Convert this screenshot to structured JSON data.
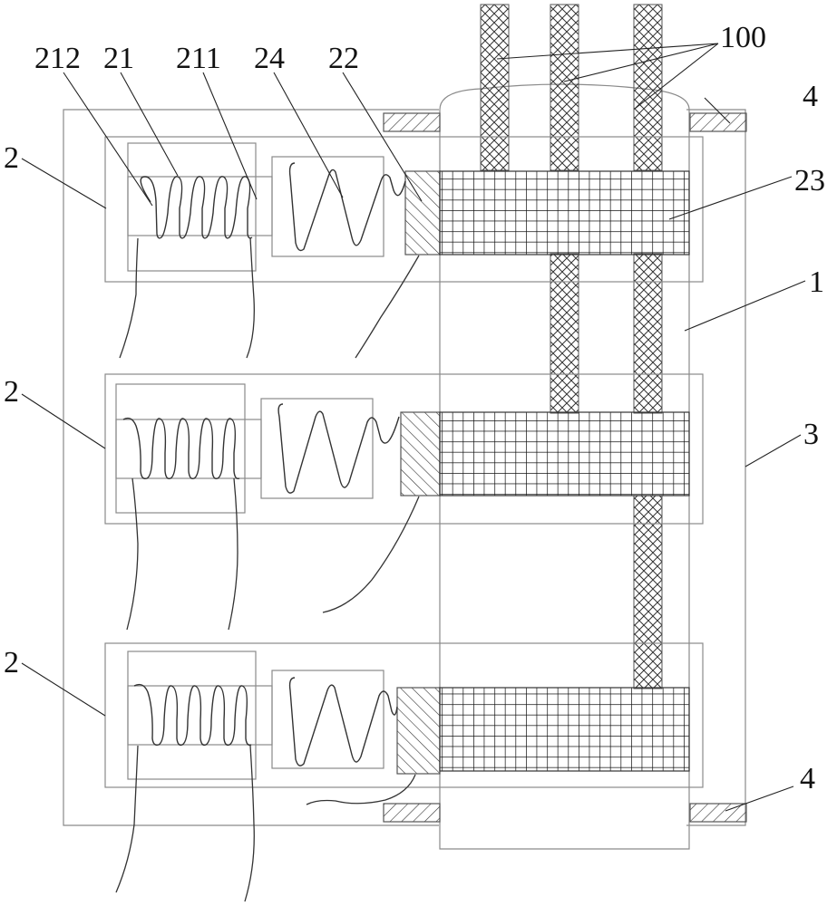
{
  "figure": {
    "type": "patent-schematic",
    "description": "Stacked electromagnetic actuator assemblies acting on conductor bars",
    "colors": {
      "line": "#8a8a8a",
      "ink": "#222222",
      "background": "#ffffff"
    }
  },
  "labels": {
    "l212": "212",
    "l21": "21",
    "l211": "211",
    "l24": "24",
    "l22": "22",
    "l100": "100",
    "l4_top": "4",
    "l23": "23",
    "l1": "1",
    "l3": "3",
    "l4_bottom": "4",
    "l2_a": "2",
    "l2_b": "2",
    "l2_c": "2"
  },
  "components": [
    {
      "ref": "1",
      "name": "housing"
    },
    {
      "ref": "2",
      "name": "actuator-unit",
      "count": 3
    },
    {
      "ref": "21",
      "name": "electromagnet"
    },
    {
      "ref": "211",
      "name": "iron-core"
    },
    {
      "ref": "212",
      "name": "coil"
    },
    {
      "ref": "22",
      "name": "armature-block"
    },
    {
      "ref": "23",
      "name": "contact-plate"
    },
    {
      "ref": "24",
      "name": "spring"
    },
    {
      "ref": "3",
      "name": "frame"
    },
    {
      "ref": "4",
      "name": "mounting-bracket",
      "count": 2
    },
    {
      "ref": "100",
      "name": "conductor-bars",
      "count": 3
    }
  ]
}
